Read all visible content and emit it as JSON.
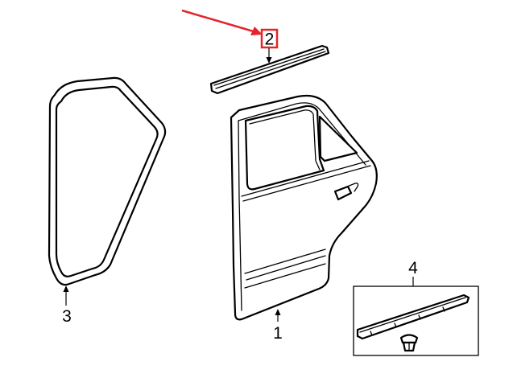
{
  "callouts": {
    "door": "1",
    "belt_molding": "2",
    "weatherstrip": "3",
    "molding_kit": "4"
  },
  "colors": {
    "highlight": "#e2262c",
    "line": "#000000",
    "background": "#ffffff"
  }
}
